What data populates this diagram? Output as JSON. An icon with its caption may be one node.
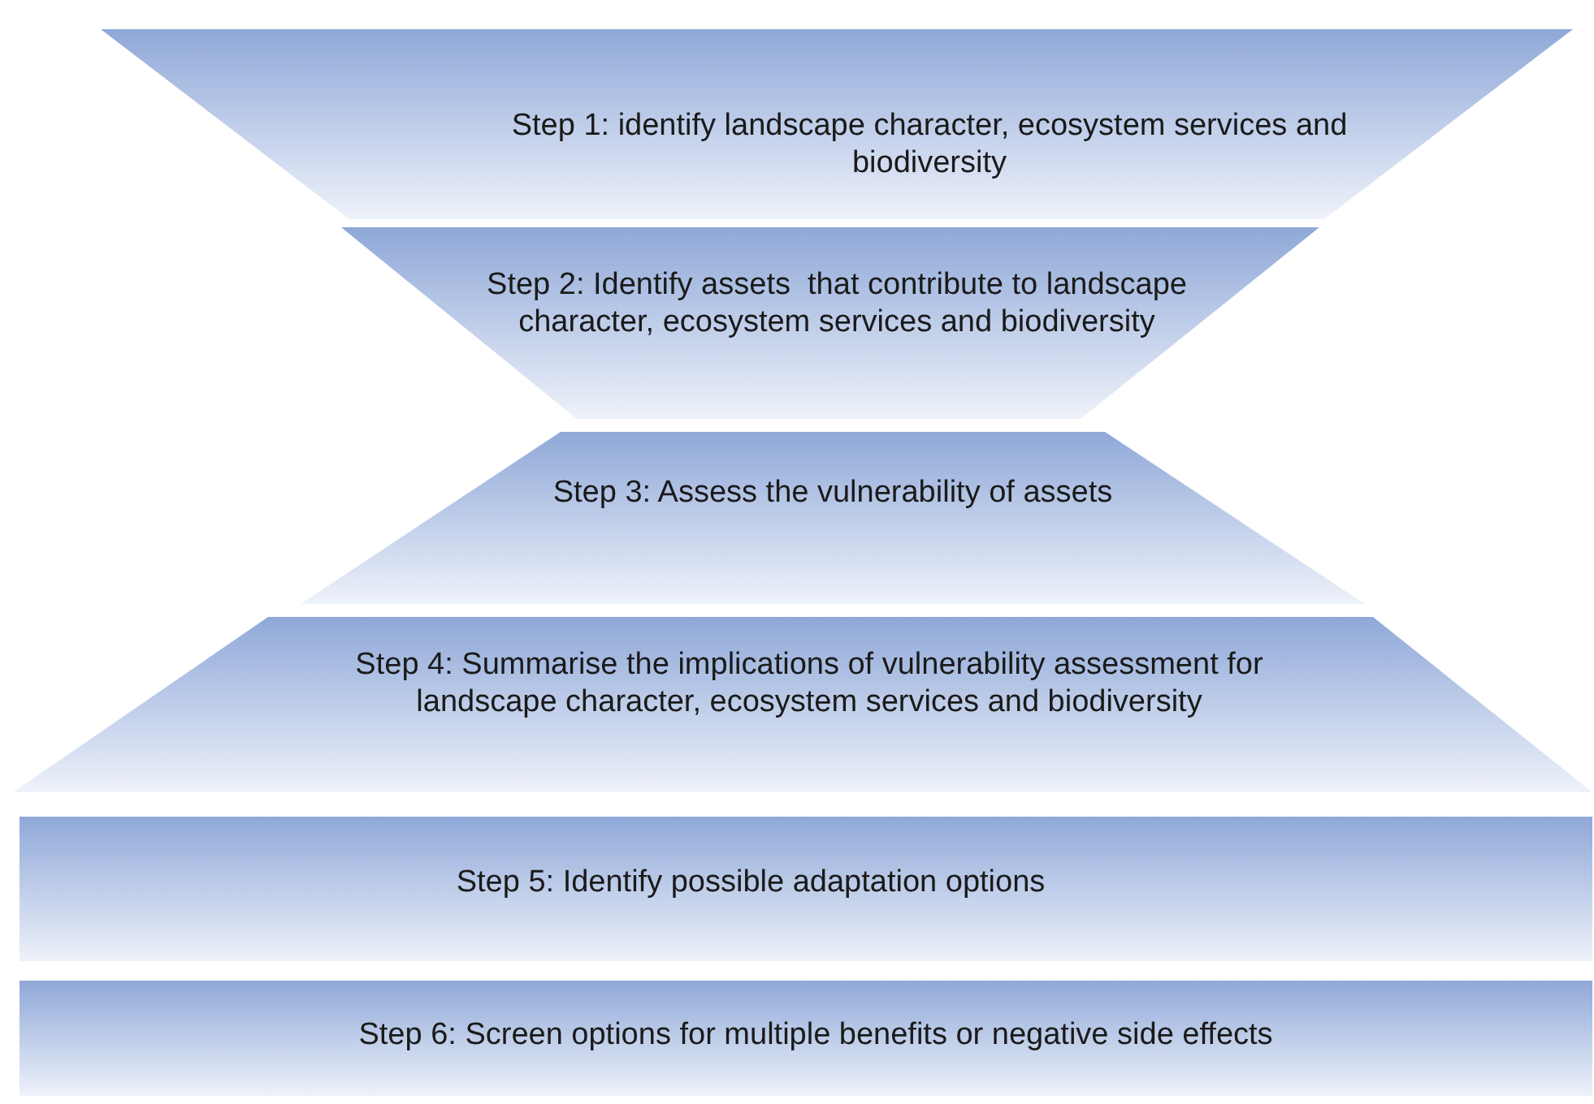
{
  "diagram": {
    "nodes": [
      {
        "text": [
          "Step 1: identify landscape character, ecosystem services and biodiversity"
        ]
      },
      {
        "text": [
          "Step 2: Identify assets  that contribute to landscape character, ecosystem services and biodiversity"
        ]
      },
      {
        "text": [
          "Step 3: Assess the vulnerability of assets"
        ]
      },
      {
        "text": [
          "Step 4: Summarise the implications of vulnerability assessment for landscape character, ecosystem services and biodiversity"
        ]
      },
      {
        "text": [
          "Step 5: Identify possible adaptation options"
        ]
      },
      {
        "text": [
          "Step 6: Screen options for multiple benefits or negative side effects"
        ]
      }
    ]
  }
}
